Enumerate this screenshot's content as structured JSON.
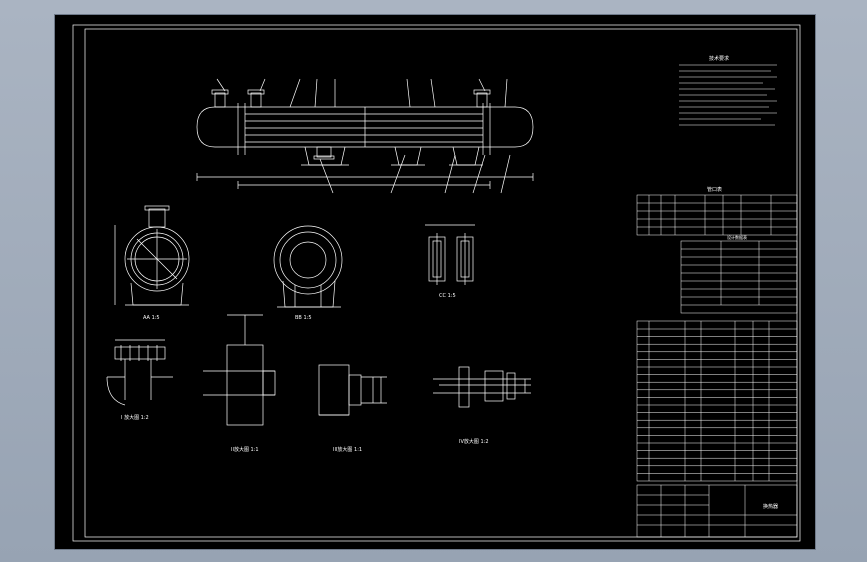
{
  "views": {
    "section_aa": "AA  1:5",
    "section_bb": "BB  1:5",
    "section_cc": "CC  1:5",
    "detail_1": "I 放大图 1:2",
    "detail_2": "II放大图 1:1",
    "detail_3": "III放大图 1:1",
    "detail_4": "IV放大图 1:2"
  },
  "notes": {
    "heading": "技术要求"
  },
  "nozzle_table": {
    "heading": "管口表"
  },
  "spec_table": {
    "heading": "设计数据表"
  },
  "title_block": {
    "drawing_name": "换热器"
  },
  "colors": {
    "sheet_background": "#000000",
    "line": "#ffffff",
    "frame": "#9aa6b6"
  }
}
